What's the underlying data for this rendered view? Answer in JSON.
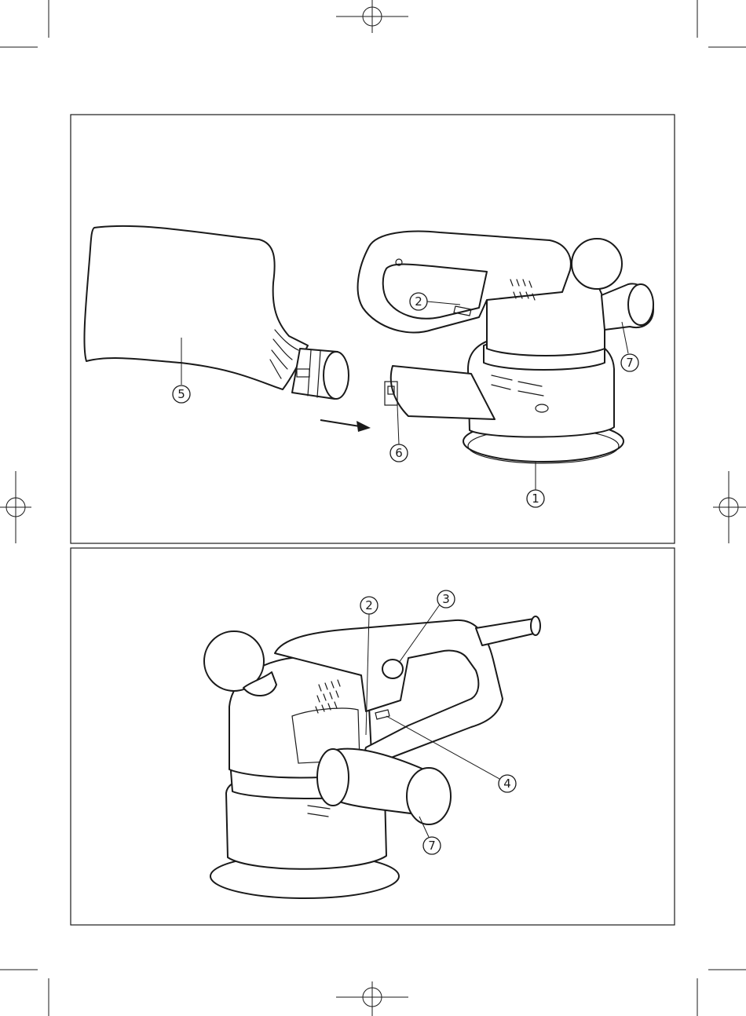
{
  "figure_top": {
    "callouts": {
      "c5": "5",
      "c2": "2",
      "c7": "7",
      "c6": "6",
      "c1": "1"
    }
  },
  "figure_bottom": {
    "callouts": {
      "c2": "2",
      "c3": "3",
      "c4": "4",
      "c7": "7"
    }
  }
}
